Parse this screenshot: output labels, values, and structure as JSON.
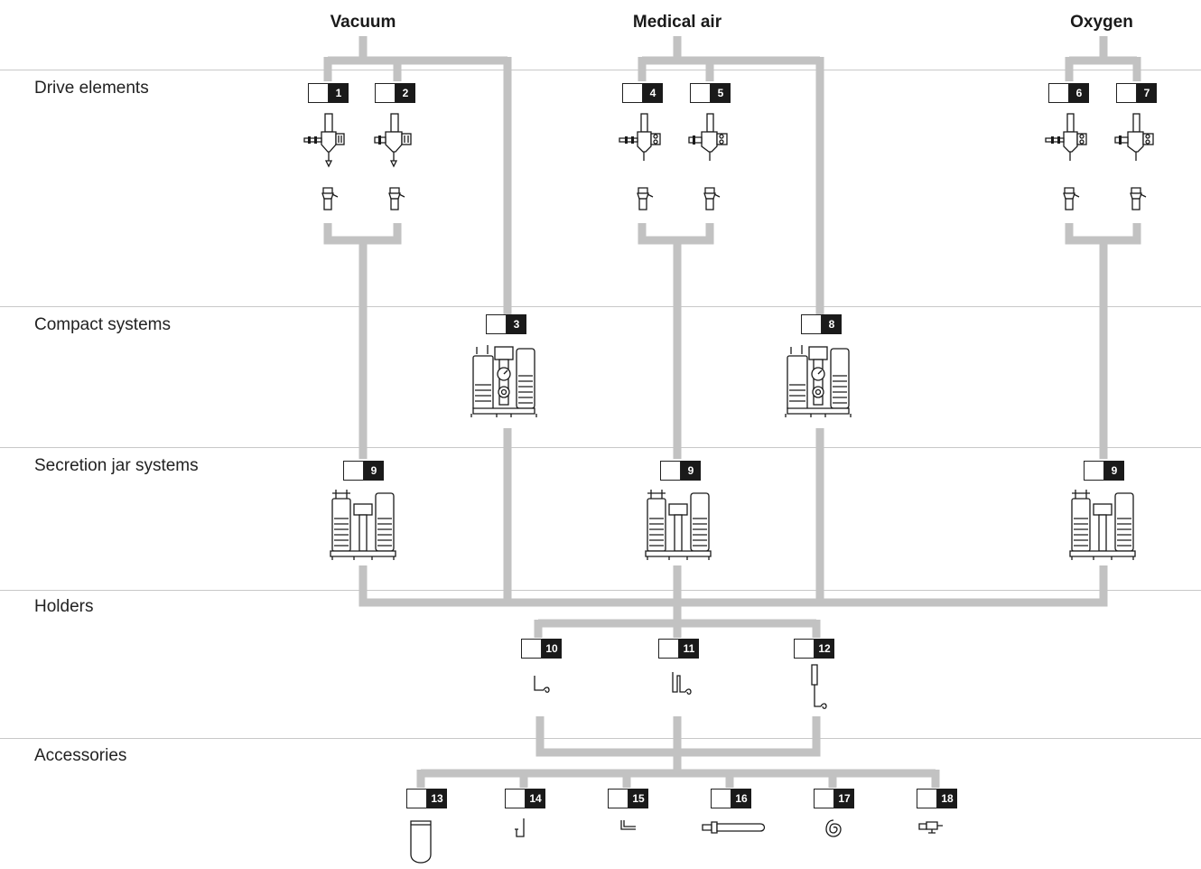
{
  "columns": {
    "vacuum": "Vacuum",
    "medical_air": "Medical air",
    "oxygen": "Oxygen"
  },
  "rows": {
    "drive_elements": "Drive elements",
    "compact_systems": "Compact systems",
    "secretion_jar_systems": "Secretion jar systems",
    "holders": "Holders",
    "accessories": "Accessories"
  },
  "items": {
    "n1": "1",
    "n2": "2",
    "n3": "3",
    "n4": "4",
    "n5": "5",
    "n6": "6",
    "n7": "7",
    "n8": "8",
    "n9a": "9",
    "n9b": "9",
    "n9c": "9",
    "n10": "10",
    "n11": "11",
    "n12": "12",
    "n13": "13",
    "n14": "14",
    "n15": "15",
    "n16": "16",
    "n17": "17",
    "n18": "18"
  },
  "colors": {
    "connector": "#c2c2c2",
    "divider": "#c8c8c8",
    "badge": "#1a1a1a"
  }
}
